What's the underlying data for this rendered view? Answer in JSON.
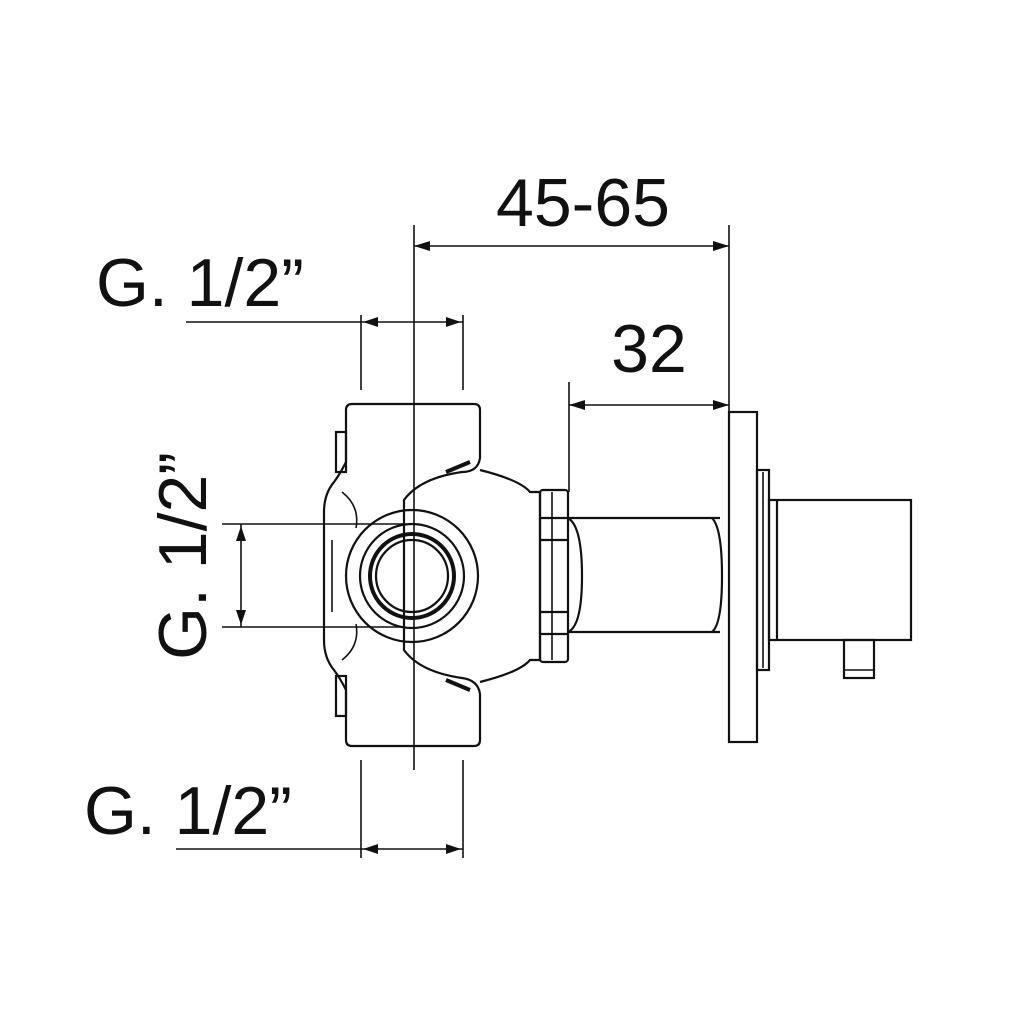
{
  "dimensions": {
    "overall_depth": "45-65",
    "body_depth": "32",
    "top_connection": "G. 1/2”",
    "bottom_connection": "G. 1/2”",
    "side_connection": "G. 1/2”"
  }
}
